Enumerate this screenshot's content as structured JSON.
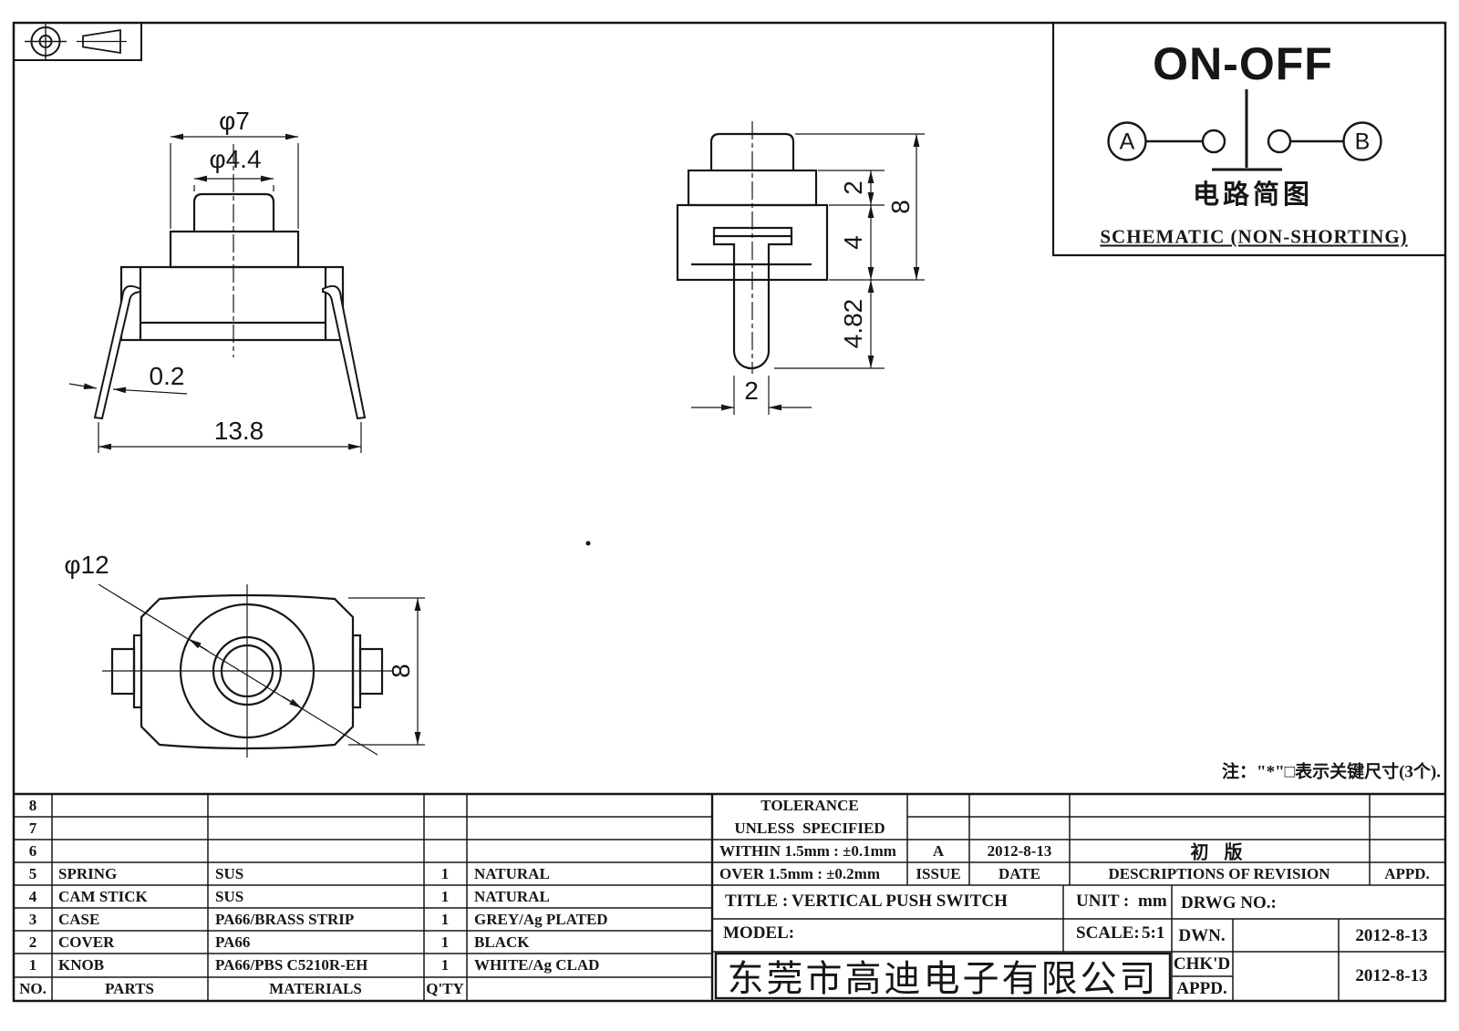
{
  "colors": {
    "ink": "#161616",
    "paper": "#ffffff"
  },
  "symbols": {
    "projection": "first-angle-projection-symbol"
  },
  "front_view": {
    "dim_cover_dia": "φ7",
    "dim_knob_dia": "φ4.4",
    "dim_leg_thickness": "0.2",
    "dim_overall_width": "13.8"
  },
  "side_view": {
    "dim_cover_h": "2",
    "dim_case_h": "4",
    "dim_total_h": "8",
    "dim_pin_len": "4.82",
    "dim_pin_w": "2"
  },
  "top_view": {
    "dim_dia": "φ12",
    "dim_depth": "8"
  },
  "schematic": {
    "title": "ON-OFF",
    "terminal_a": "A",
    "terminal_b": "B",
    "caption_cn": "电路简图",
    "caption_en": "SCHEMATIC (NON-SHORTING)"
  },
  "note": "注：\"*\"□表示关键尺寸(3个).",
  "bom": {
    "headers": {
      "no": "NO.",
      "parts": "PARTS",
      "materials": "MATERIALS",
      "qty": "Q'TY",
      "remark": ""
    },
    "rows": [
      {
        "no": "8",
        "parts": "",
        "materials": "",
        "qty": "",
        "remark": ""
      },
      {
        "no": "7",
        "parts": "",
        "materials": "",
        "qty": "",
        "remark": ""
      },
      {
        "no": "6",
        "parts": "",
        "materials": "",
        "qty": "",
        "remark": ""
      },
      {
        "no": "5",
        "parts": "SPRING",
        "materials": "SUS",
        "qty": "1",
        "remark": "NATURAL"
      },
      {
        "no": "4",
        "parts": "CAM STICK",
        "materials": "SUS",
        "qty": "1",
        "remark": "NATURAL"
      },
      {
        "no": "3",
        "parts": "CASE",
        "materials": "PA66/BRASS STRIP",
        "qty": "1",
        "remark": "GREY/Ag PLATED"
      },
      {
        "no": "2",
        "parts": "COVER",
        "materials": "PA66",
        "qty": "1",
        "remark": "BLACK"
      },
      {
        "no": "1",
        "parts": "KNOB",
        "materials": "PA66/PBS C5210R-EH",
        "qty": "1",
        "remark": "WHITE/Ag CLAD"
      }
    ]
  },
  "revision": {
    "tolerance_line1": "TOLERANCE",
    "tolerance_line2": "UNLESS  SPECIFIED",
    "within": "WITHIN 1.5mm : ±0.1mm",
    "over": "OVER 1.5mm : ±0.2mm",
    "issue_value": "A",
    "issue_label": "ISSUE",
    "date_value": "2012-8-13",
    "date_label": "DATE",
    "desc_value": "初 版",
    "desc_label": "DESCRIPTIONS OF REVISION",
    "appd_label": "APPD."
  },
  "title_block": {
    "title_label": "TITLE :",
    "title_value": "VERTICAL PUSH SWITCH",
    "unit_label": "UNIT :",
    "unit_value": "mm",
    "drwg_label": "DRWG NO.:",
    "model_label": "MODEL:",
    "scale_label": "SCALE:",
    "scale_value": "5:1",
    "dwn_label": "DWN.",
    "chkd_label": "CHK'D",
    "appd_label": "APPD.",
    "dwn_date": "2012-8-13",
    "chkd_date": "2012-8-13",
    "company": "东莞市高迪电子有限公司"
  }
}
